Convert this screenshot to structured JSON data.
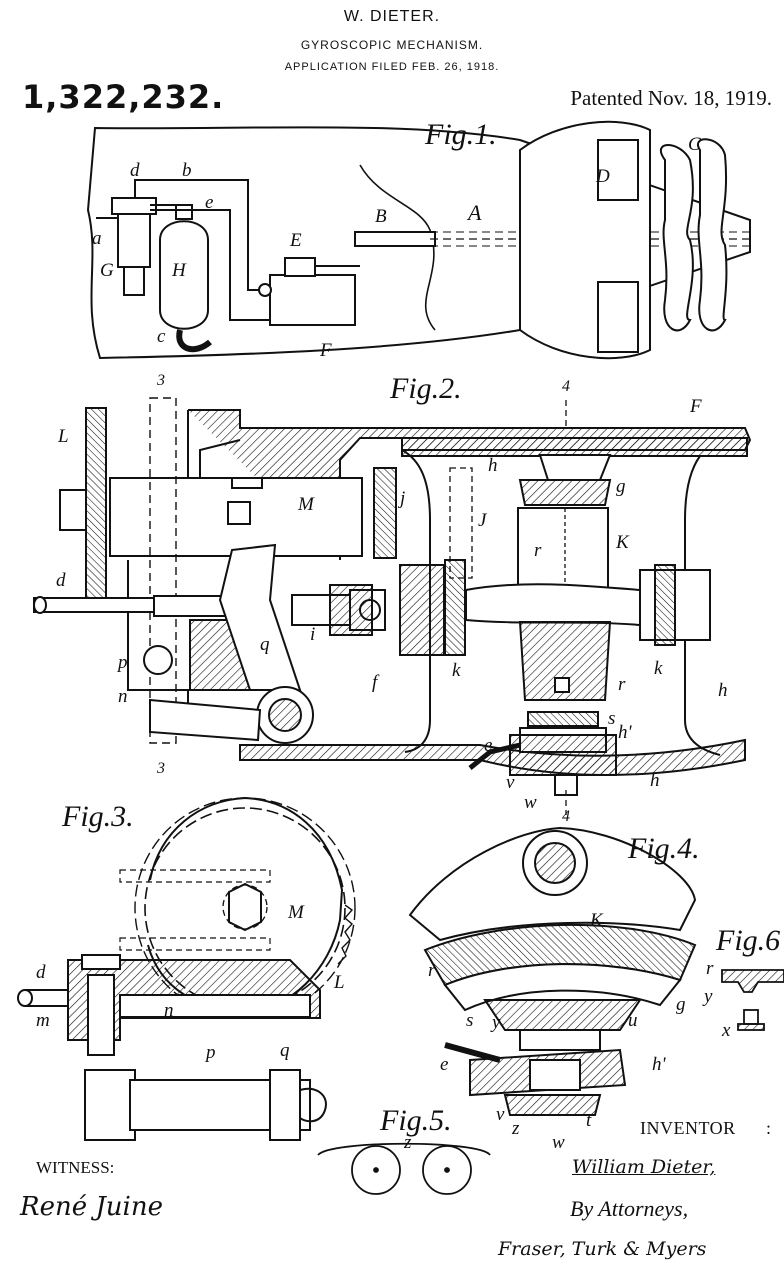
{
  "header": {
    "inventor": "W. DIETER.",
    "title": "GYROSCOPIC MECHANISM.",
    "application": "APPLICATION FILED FEB. 26, 1918.",
    "patent_number": "1,322,232.",
    "patented": "Patented Nov. 18, 1919."
  },
  "figures": {
    "fig1": "Fig.1.",
    "fig2": "Fig.2.",
    "fig3": "Fig.3.",
    "fig4": "Fig.4.",
    "fig5": "Fig.5.",
    "fig6": "Fig.6"
  },
  "fig1_refs": {
    "A": "A",
    "B": "B",
    "C": "C",
    "D": "D",
    "E": "E",
    "F": "F",
    "G": "G",
    "H": "H",
    "a": "a",
    "b": "b",
    "c": "c",
    "d": "d",
    "e": "e"
  },
  "fig2_refs": {
    "L": "L",
    "M": "M",
    "F": "F",
    "K": "K",
    "J": "J",
    "d": "d",
    "e": "e",
    "f": "f",
    "g": "g",
    "h": "h",
    "h_prime": "h'",
    "i": "i",
    "j": "j",
    "k": "k",
    "n": "n",
    "p": "p",
    "q": "q",
    "r": "r",
    "s": "s",
    "v": "v",
    "w": "w",
    "section_3": "3",
    "section_4": "4"
  },
  "fig3_refs": {
    "d": "d",
    "m": "m",
    "n": "n",
    "p": "p",
    "q": "q",
    "L": "L",
    "M": "M"
  },
  "fig4_refs": {
    "K": "K",
    "r": "r",
    "g": "g",
    "s": "s",
    "y": "y",
    "u": "u",
    "e": "e",
    "h_prime": "h'",
    "v": "v",
    "z": "z",
    "t": "t",
    "w": "w"
  },
  "fig5_refs": {
    "z": "z"
  },
  "fig6_refs": {
    "y": "y",
    "x": "x"
  },
  "signatures": {
    "witness_label": "WITNESS:",
    "witness_signature": "René Juine",
    "inventor_label": "INVENTOR",
    "inventor_colon": ":",
    "inventor_signature": "William Dieter,",
    "attorneys_label": "By Attorneys,",
    "attorneys_signature": "Fraser, Turk & Myers"
  }
}
